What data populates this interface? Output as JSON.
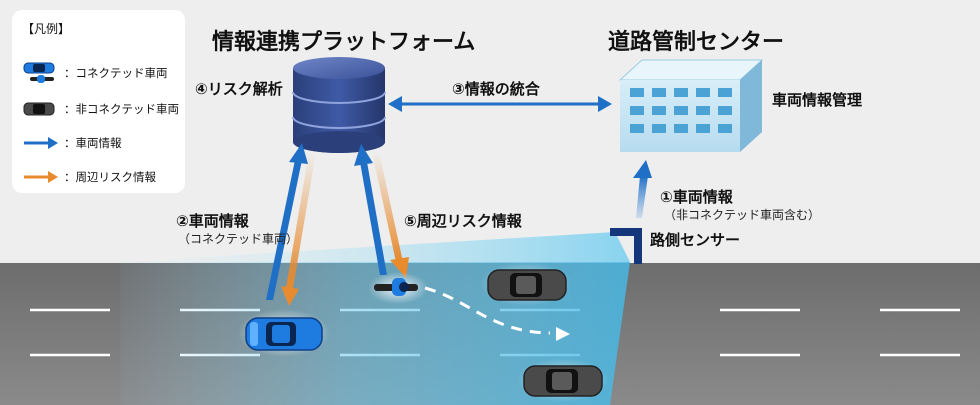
{
  "legend": {
    "title": "【凡例】",
    "items": [
      {
        "icon": "connected-vehicle-icon",
        "label": "：コネクテッド車両"
      },
      {
        "icon": "non-connected-vehicle-icon",
        "label": "：非コネクテッド車両"
      },
      {
        "icon": "blue-arrow-icon",
        "label": "：車両情報",
        "color": "#1f6fc6"
      },
      {
        "icon": "orange-arrow-icon",
        "label": "：周辺リスク情報",
        "color": "#e88a2e"
      }
    ]
  },
  "platform": {
    "title": "情報連携プラットフォーム",
    "risk_analysis": "④リスク解析"
  },
  "traffic_center": {
    "title": "道路管制センター",
    "vehicle_management": "車両情報管理"
  },
  "flows": {
    "integration": "③情報の統合",
    "vehicle_info_1": "①車両情報",
    "vehicle_info_1_note": "（非コネクテッド車両含む）",
    "vehicle_info_2": "②車両情報",
    "vehicle_info_2_note": "（コネクテッド車両）",
    "risk_info": "⑤周辺リスク情報"
  },
  "roadside": {
    "label": "路側センサー"
  },
  "colors": {
    "blue": "#1f6fc6",
    "orange": "#e88a2e",
    "connected_car": "#1e7be0",
    "road": "#7a7a7a"
  }
}
